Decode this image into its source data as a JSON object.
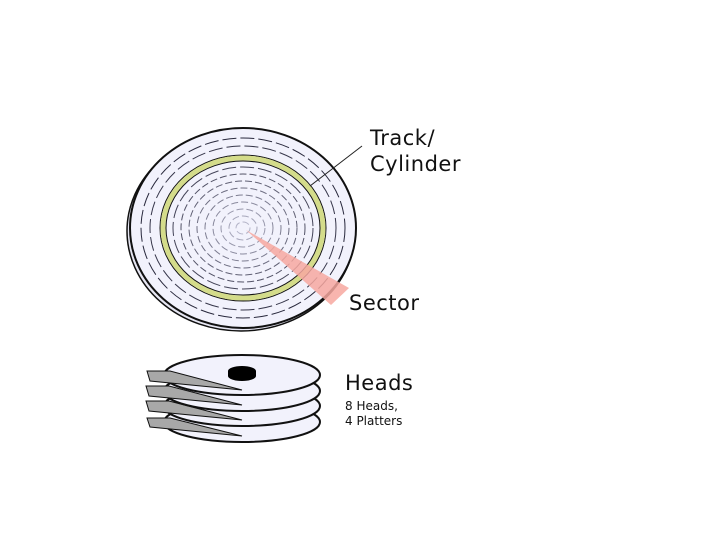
{
  "labels": {
    "track_line1": "Track/",
    "track_line2": "Cylinder",
    "sector": "Sector",
    "heads": "Heads",
    "heads_detail_line1": "8 Heads,",
    "heads_detail_line2": "4 Platters"
  },
  "diagram": {
    "platter_count": 4,
    "head_count": 8,
    "icons": [
      "platter-disk-icon",
      "track-ring-icon",
      "sector-wedge-icon",
      "platter-stack-icon",
      "read-write-head-icon",
      "spindle-icon"
    ],
    "colors": {
      "platter_fill": "#f2f2fc",
      "outline": "#111111",
      "track_dash": "#2a2a3a",
      "highlight_track": "#d4dc8a",
      "sector": "#f7a8a0",
      "head_arm": "#a8a8a8",
      "spindle": "#000000"
    }
  }
}
